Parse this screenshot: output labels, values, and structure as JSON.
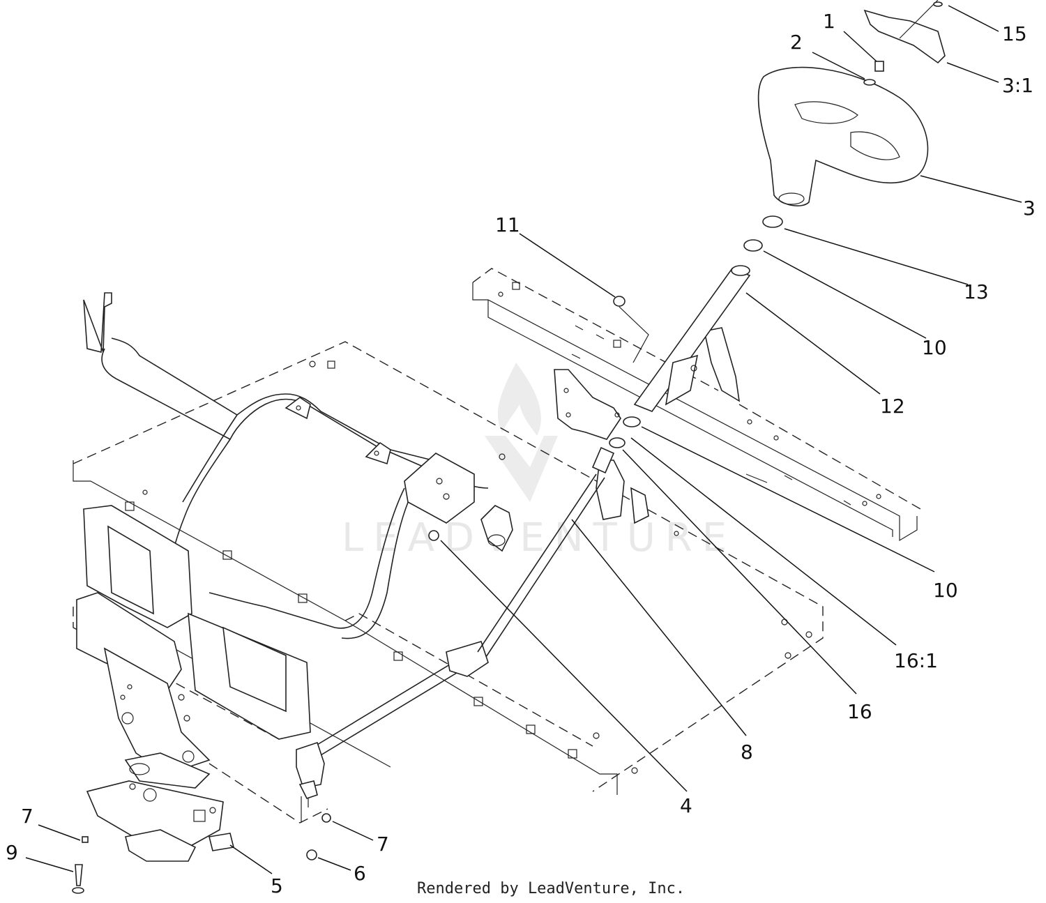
{
  "callouts": [
    {
      "id": "1",
      "text": "1"
    },
    {
      "id": "2",
      "text": "2"
    },
    {
      "id": "15",
      "text": "15"
    },
    {
      "id": "3-1",
      "text": "3:1"
    },
    {
      "id": "3",
      "text": "3"
    },
    {
      "id": "11",
      "text": "11"
    },
    {
      "id": "13",
      "text": "13"
    },
    {
      "id": "10-upper",
      "text": "10"
    },
    {
      "id": "12",
      "text": "12"
    },
    {
      "id": "10-lower",
      "text": "10"
    },
    {
      "id": "16-1",
      "text": "16:1"
    },
    {
      "id": "16",
      "text": "16"
    },
    {
      "id": "8",
      "text": "8"
    },
    {
      "id": "4",
      "text": "4"
    },
    {
      "id": "7-left",
      "text": "7"
    },
    {
      "id": "9",
      "text": "9"
    },
    {
      "id": "7-right",
      "text": "7"
    },
    {
      "id": "6",
      "text": "6"
    },
    {
      "id": "5",
      "text": "5"
    }
  ],
  "footer": "Rendered by LeadVenture, Inc.",
  "watermark": "LEADVENTURE"
}
